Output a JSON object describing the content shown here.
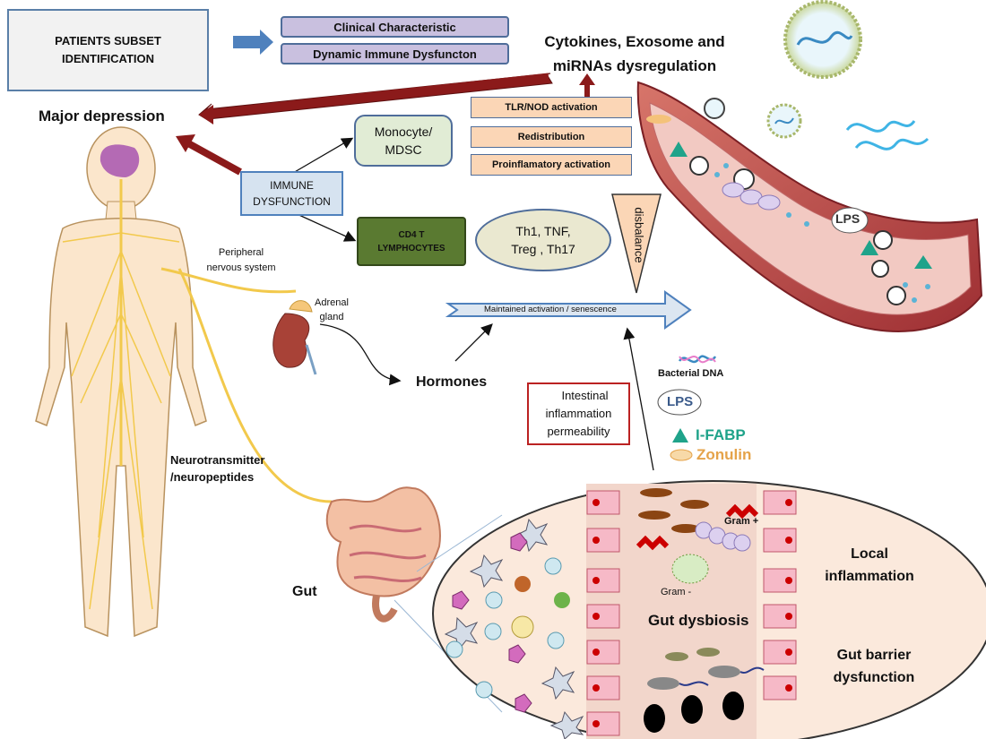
{
  "patients_box": {
    "line1": "PATIENTS SUBSET",
    "line2": "IDENTIFICATION"
  },
  "clinical_characteristic": "Clinical Characteristic",
  "dynamic_immune": "Dynamic Immune Dysfuncton",
  "cytokines": {
    "line1": "Cytokines, Exosome and",
    "line2": "miRNAs dysregulation"
  },
  "major_depression": "Major depression",
  "monocyte": {
    "line1": "Monocyte/",
    "line2": "MDSC"
  },
  "tlr_nod": "TLR/NOD activation",
  "redistribution": "Redistribution",
  "proinflammatory": "Proinflamatory  activation",
  "immune_dysfunction": {
    "line1": "IMMUNE",
    "line2": "DYSFUNCTION"
  },
  "cd4": {
    "line1": "CD4 T",
    "line2": "LYMPHOCYTES"
  },
  "th_cells": {
    "line1": "Th1, TNF,",
    "line2": "Treg , Th17"
  },
  "disbalance": "disbalance",
  "lps_vessel": "LPS",
  "peripheral": {
    "line1": "Peripheral",
    "line2": "nervous system"
  },
  "adrenal": {
    "line1": "Adrenal",
    "line2": "gland"
  },
  "maintained_activation": "Maintained activation / senescence",
  "hormones": "Hormones",
  "bacterial_dna": "Bacterial DNA",
  "intestinal_box": {
    "line1": "Intestinal",
    "line2": "inflammation",
    "line3": "permeability"
  },
  "lps_legend": "LPS",
  "ifabp": "I-FABP",
  "zonulin": "Zonulin",
  "neurotransmitter": {
    "line1": "Neurotransmitter",
    "line2": "/neuropeptides"
  },
  "gut": "Gut",
  "gram_pos": "Gram +",
  "gram_neg": "Gram -",
  "gut_dysbiosis": "Gut dysbiosis",
  "local_inflammation": {
    "line1": "Local",
    "line2": "inflammation"
  },
  "gut_barrier": {
    "line1": "Gut barrier",
    "line2": "dysfunction"
  },
  "colors": {
    "lavender": "#c9c0df",
    "peach": "#fbd6b6",
    "mint": "#e1ecd5",
    "cd4_green": "#5a7a31",
    "immune_blue": "#d6e3f0",
    "dark_red": "#8b1a1a",
    "teal": "#1fa38a",
    "zonulin": "#e5a34a",
    "vessel": "#b5403f"
  }
}
